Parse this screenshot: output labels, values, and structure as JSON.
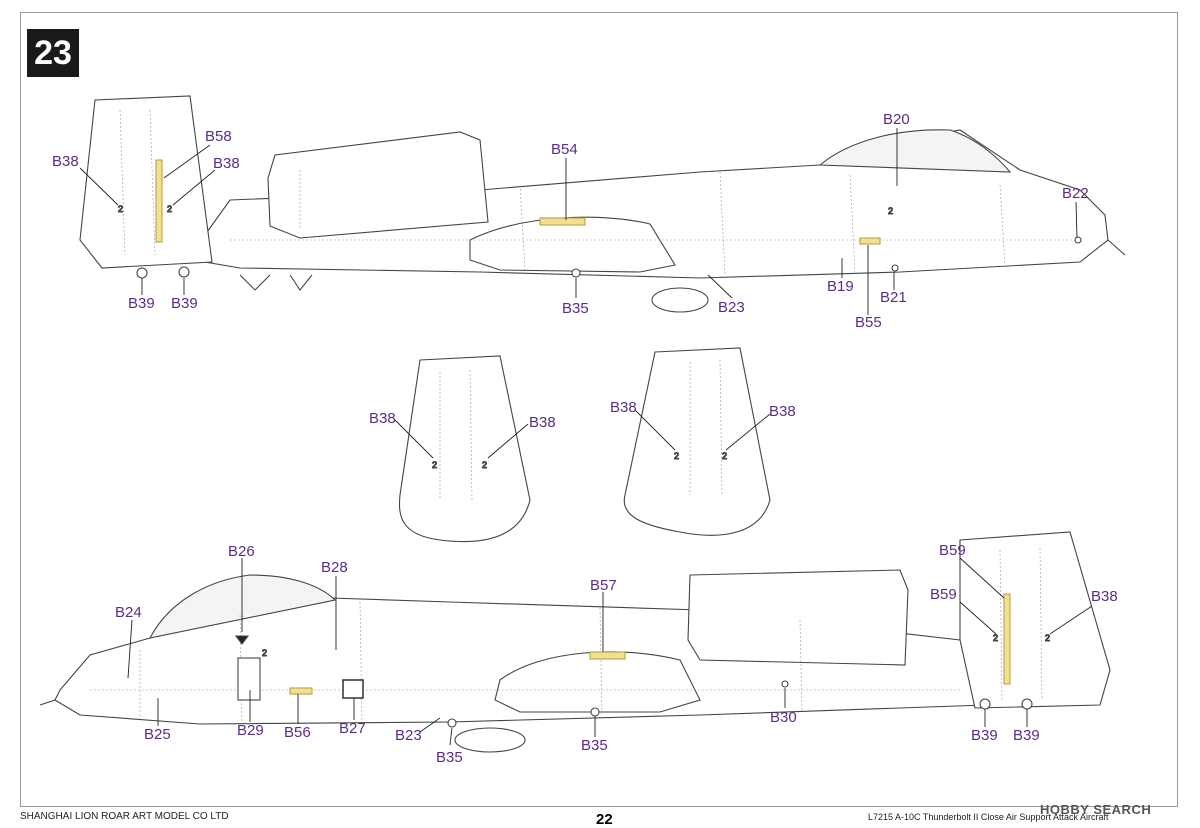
{
  "step": {
    "number": "23"
  },
  "footer": {
    "company": "SHANGHAI LION ROAR ART MODEL CO LTD",
    "page": "22",
    "product": "L7215 A-10C Thunderbolt II Close Air Support Attack Aircraft"
  },
  "watermark": "HOBBY SEARCH",
  "callouts": {
    "top": [
      "B38",
      "B58",
      "B38",
      "B54",
      "B20",
      "B22",
      "B39",
      "B39",
      "B35",
      "B23",
      "B19",
      "B21",
      "B55"
    ],
    "tails": [
      "B38",
      "B38",
      "B38",
      "B38"
    ],
    "bottom": [
      "B26",
      "B28",
      "B24",
      "B57",
      "B59",
      "B59",
      "B38",
      "B25",
      "B29",
      "B56",
      "B27",
      "B23",
      "B35",
      "B35",
      "B30",
      "B39",
      "B39"
    ]
  },
  "decal_numbers": {
    "stencil": "2"
  }
}
